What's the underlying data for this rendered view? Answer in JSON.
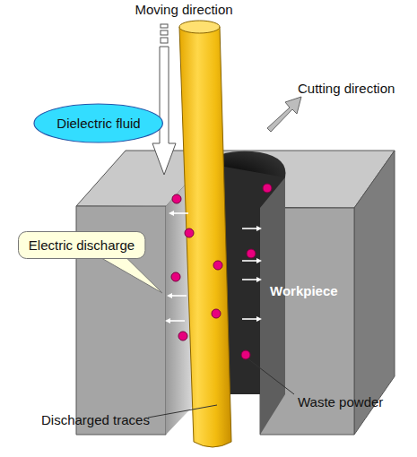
{
  "diagram": {
    "nodes": [
      {
        "text": [
          "Dielectric fluid"
        ]
      },
      {
        "text": [
          "Electric discharge"
        ]
      }
    ],
    "labels": [
      "Moving direction",
      "Cutting direction",
      "Workpiece",
      "Waste powder",
      "Discharged traces"
    ]
  }
}
